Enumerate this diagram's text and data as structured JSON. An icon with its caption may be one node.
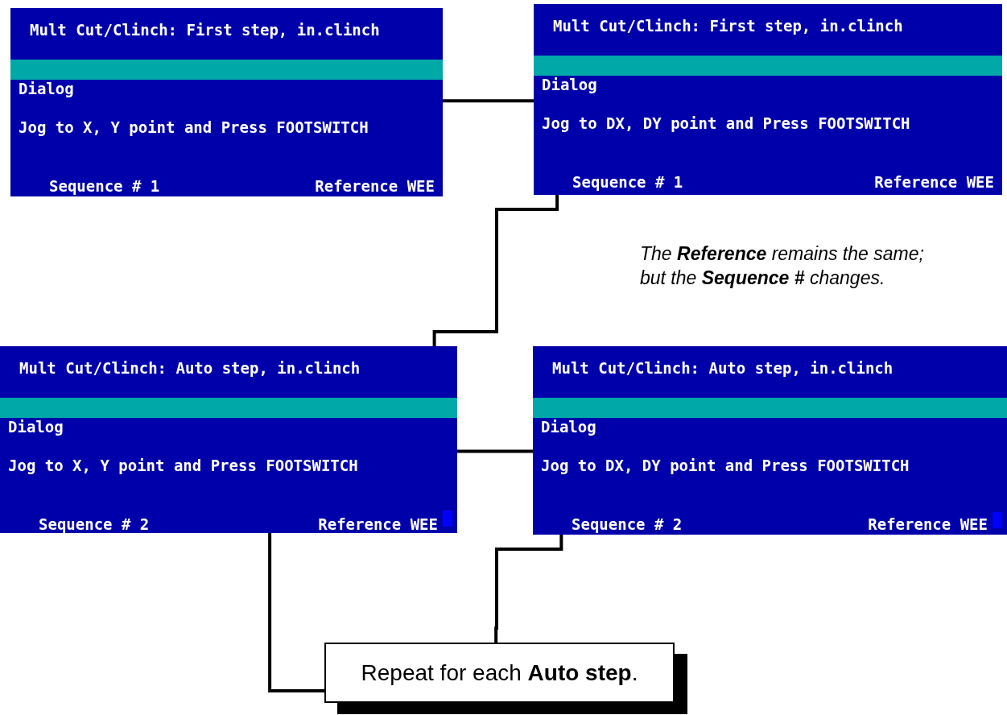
{
  "diagram": {
    "nodes": [
      {
        "text": [
          "Mult Cut/Clinch: First step, in.clinch",
          "Dialog",
          "Jog to X, Y point and Press FOOTSWITCH",
          "Sequence # 1",
          "Reference WEE"
        ]
      },
      {
        "text": [
          "Mult Cut/Clinch: First step, in.clinch",
          "Dialog",
          "Jog to DX, DY point and Press FOOTSWITCH",
          "Sequence # 1",
          "Reference WEE"
        ]
      },
      {
        "text": [
          "Mult Cut/Clinch: Auto step, in.clinch",
          "Dialog",
          "Jog to X, Y point and Press FOOTSWITCH",
          "Sequence # 2",
          "Reference WEE"
        ]
      },
      {
        "text": [
          "Mult Cut/Clinch: Auto step, in.clinch",
          "Dialog",
          "Jog to DX, DY point and Press FOOTSWITCH",
          "Sequence # 2",
          "Reference WEE"
        ]
      },
      {
        "text": [
          "Repeat for each **Auto step**."
        ]
      }
    ],
    "edges": [
      {
        "from": 0,
        "to": 1,
        "arrow": "none"
      },
      {
        "from": 1,
        "to": 2,
        "arrow": "none"
      },
      {
        "from": 2,
        "to": 3,
        "arrow": "none"
      },
      {
        "from": 3,
        "to": 4,
        "arrow": "none"
      },
      {
        "from": 2,
        "to": 4,
        "arrow": "none"
      }
    ],
    "labels": [
      "The **Reference** remains the same; but the **Sequence #** changes."
    ]
  }
}
